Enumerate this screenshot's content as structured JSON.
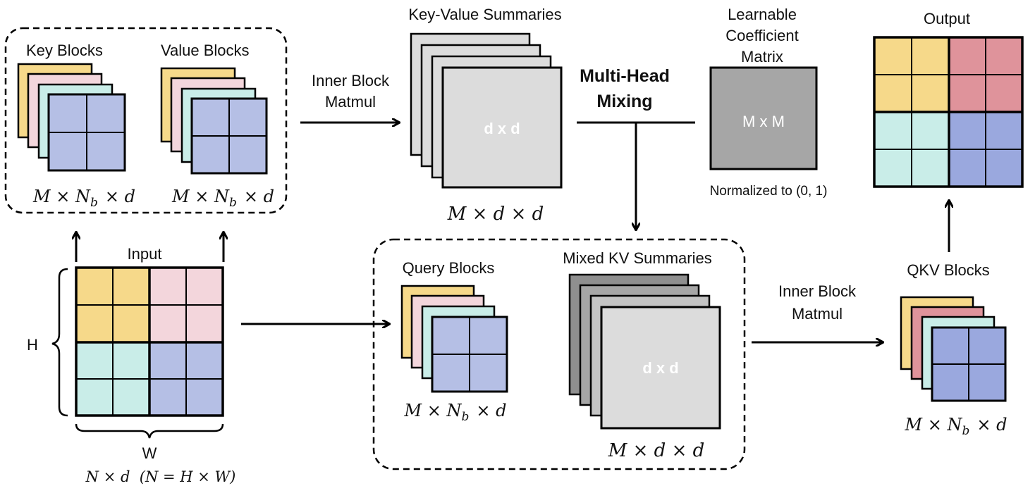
{
  "labels": {
    "key_blocks": "Key Blocks",
    "value_blocks": "Value Blocks",
    "key_shape": "M × N_b × d",
    "value_shape": "M × N_b × d",
    "inner_matmul_top_1": "Inner Block",
    "inner_matmul_top_2": "Matmul",
    "kv_summaries": "Key-Value Summaries",
    "kv_inner": "d x d",
    "kv_shape": "M × d × d",
    "multi_head_1": "Multi-Head",
    "multi_head_2": "Mixing",
    "coef_1": "Learnable",
    "coef_2": "Coefficient",
    "coef_3": "Matrix",
    "coef_inner": "M x M",
    "coef_note": "Normalized to (0, 1)",
    "output": "Output",
    "input": "Input",
    "h": "H",
    "w": "W",
    "input_shape": "N × d  (N = H × W)",
    "query_blocks": "Query Blocks",
    "query_shape": "M × N_b × d",
    "mixed_kv": "Mixed KV Summaries",
    "mixed_inner": "d x d",
    "mixed_shape": "M × d × d",
    "inner_matmul_bottom_1": "Inner Block",
    "inner_matmul_bottom_2": "Matmul",
    "qkv_blocks": "QKV Blocks",
    "qkv_shape": "M × N_b × d"
  },
  "colors": {
    "yellow": "#f6d98a",
    "pink": "#f3d6dc",
    "red": "#df939b",
    "cyan": "#c9ede8",
    "blue": "#b5bfe5",
    "blue_dark": "#9aa8de",
    "light_gray": "#dcdcdc",
    "mid_gray": "#a6a6a6",
    "dark_gray": "#8f8f8f"
  }
}
